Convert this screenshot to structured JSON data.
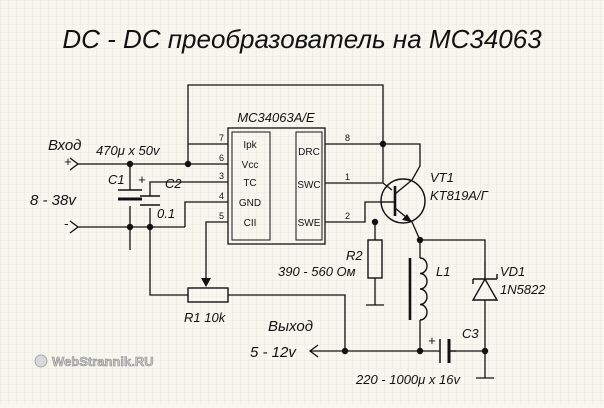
{
  "title": "DC - DC преобразователь на MC34063",
  "chip": {
    "name": "MC34063A/E",
    "left_pins": [
      {
        "num": "7",
        "label": "Ipk"
      },
      {
        "num": "6",
        "label": "Vcc"
      },
      {
        "num": "3",
        "label": "TC"
      },
      {
        "num": "4",
        "label": "GND"
      },
      {
        "num": "5",
        "label": "CII"
      }
    ],
    "right_pins": [
      {
        "num": "8",
        "label": "DRC"
      },
      {
        "num": "1",
        "label": "SWC"
      },
      {
        "num": "2",
        "label": "SWE"
      }
    ]
  },
  "input": {
    "label": "Вход",
    "plus": "+",
    "minus": "-",
    "range": "8 - 38v"
  },
  "c1": {
    "name": "C1",
    "value": "470μ x 50v",
    "plus": "+"
  },
  "c2": {
    "name": "C2",
    "value": "0.1"
  },
  "r1": {
    "label": "R1 10k"
  },
  "r2": {
    "name": "R2",
    "value": "390 - 560 Ом"
  },
  "vt1": {
    "name": "VT1",
    "part": "KT819A/Г"
  },
  "l1": {
    "name": "L1"
  },
  "vd1": {
    "name": "VD1",
    "part": "1N5822"
  },
  "c3": {
    "name": "C3",
    "value": "220 - 1000μ x 16v",
    "plus": "+"
  },
  "output": {
    "label": "Выход",
    "range": "5 - 12v"
  },
  "watermark": {
    "text": "WebStrannik.RU"
  },
  "colors": {
    "wire": "#111111",
    "grid": "#dcdcd0",
    "background": "#f7f7f0"
  }
}
